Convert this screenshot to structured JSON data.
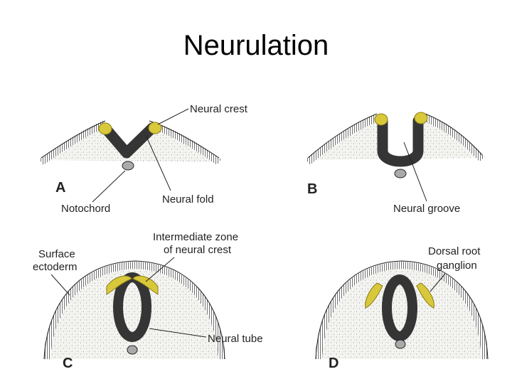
{
  "title": "Neurulation",
  "colors": {
    "neural": "#353535",
    "crest": "#d9c83a",
    "crest_stroke": "#8a7d18",
    "mesoderm": "#f5f5f2",
    "ectoderm": "#222222",
    "label": "#222222"
  },
  "panels": [
    {
      "letter": "A",
      "labels": {
        "crest": "Neural crest",
        "notochord": "Notochord",
        "fold": "Neural fold"
      }
    },
    {
      "letter": "B",
      "labels": {
        "groove": "Neural groove"
      }
    },
    {
      "letter": "C",
      "labels": {
        "surface1": "Surface",
        "surface2": "ectoderm",
        "zone1": "Intermediate zone",
        "zone2": "of neural crest",
        "tube": "Neural tube"
      }
    },
    {
      "letter": "D",
      "labels": {
        "drg1": "Dorsal root",
        "drg2": "ganglion"
      }
    }
  ]
}
